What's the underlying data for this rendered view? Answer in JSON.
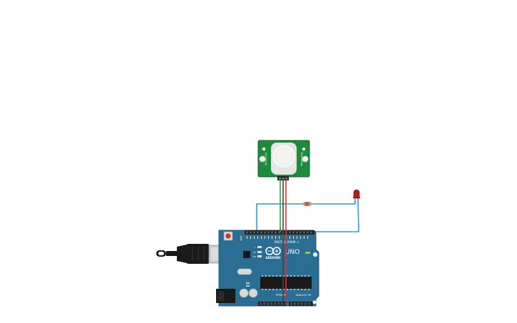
{
  "pir_sensor": {
    "left_label": "Sensitivity",
    "right_label": "Time Delay"
  },
  "arduino": {
    "brand": "ARDUINO",
    "model": "UNO",
    "digital_label": "DIGITAL (PWM~)",
    "power_label": "POWER",
    "analog_label": "ANALOG IN",
    "rx_label": "RX",
    "tx_label": "TX",
    "l_label": "L",
    "aref_label": "AREF"
  },
  "colors": {
    "board_blue": "#2b6e94",
    "board_dark": "#1f5574",
    "pir_green": "#1e8a3c",
    "pir_lens": "#f2f2f2",
    "wire_blue": "#2d9ad6",
    "wire_red": "#d63232",
    "wire_green": "#3aa03a",
    "wire_black": "#333333",
    "led_red": "#b51d1d",
    "resistor_body": "#d9b38c",
    "usb_black": "#1a1a1a",
    "header_black": "#222222"
  }
}
